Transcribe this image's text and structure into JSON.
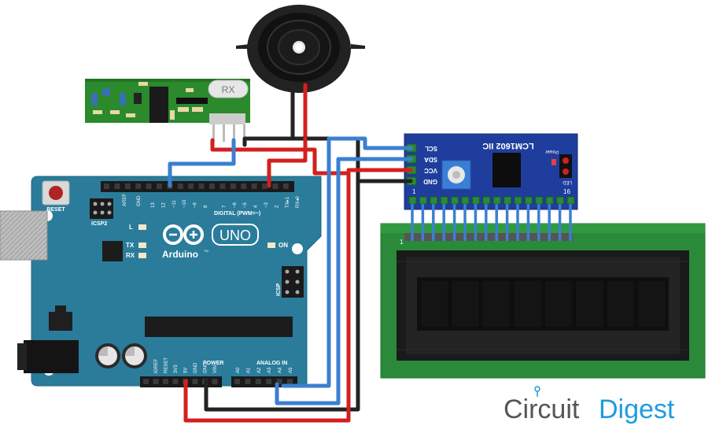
{
  "rf_module": {
    "label": "RX"
  },
  "arduino": {
    "reset_label": "RESET",
    "icsp2_label": "ICSP2",
    "aref_label": "AREF",
    "gnd_label": "GND",
    "digital_numbers": [
      "13",
      "12",
      "~11",
      "~10",
      "~9",
      "8",
      "7",
      "~6",
      "~5",
      "4",
      "~3",
      "2",
      "TX▸1",
      "RX◂0"
    ],
    "digital_label": "DIGITAL (PWM=~)",
    "l_label": "L",
    "tx_label": "TX",
    "rx_label": "RX",
    "logo_text": "Arduino",
    "tm_mark": "TM",
    "uno_label": "UNO",
    "on_label": "ON",
    "icsp_label": "ICSP",
    "power_pins": [
      "IOREF",
      "RESET",
      "3V3",
      "5V",
      "GND",
      "GND",
      "VIN"
    ],
    "power_label": "POWER",
    "analog_pins": [
      "A0",
      "A1",
      "A2",
      "A3",
      "A4",
      "A5"
    ],
    "analog_label": "ANALOG IN"
  },
  "i2c_module": {
    "title": "LCM1602 IIC",
    "pins": [
      "SCL",
      "SDA",
      "VCC",
      "GND"
    ],
    "power_label": "Power",
    "led_label": "LED",
    "pin_start": "1",
    "pin_end": "16"
  },
  "lcd": {
    "pin_one": "1"
  },
  "brand": {
    "part1": "Circuit",
    "part2": "Digest"
  },
  "colors": {
    "board": "#2a7c9a",
    "module": "#1f3d9c",
    "pcb_green": "#2a8a3a",
    "wire_red": "#d2201f",
    "wire_black": "#222222",
    "wire_blue": "#3b7fd0",
    "brand_blue": "#1e9be0"
  }
}
